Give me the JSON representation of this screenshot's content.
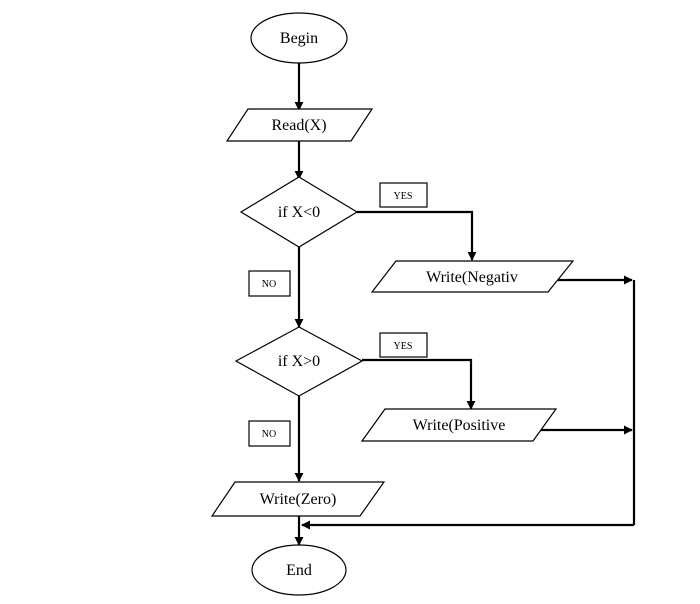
{
  "nodes": {
    "begin": "Begin",
    "read": "Read(X)",
    "cond1": "if X<0",
    "write_negative": "Write(Negativ",
    "cond2": "if X>0",
    "write_positive": "Write(Positive",
    "write_zero": "Write(Zero)",
    "end": "End"
  },
  "branch_labels": {
    "cond1_yes": "YES",
    "cond1_no": "NO",
    "cond2_yes": "YES",
    "cond2_no": "NO"
  }
}
